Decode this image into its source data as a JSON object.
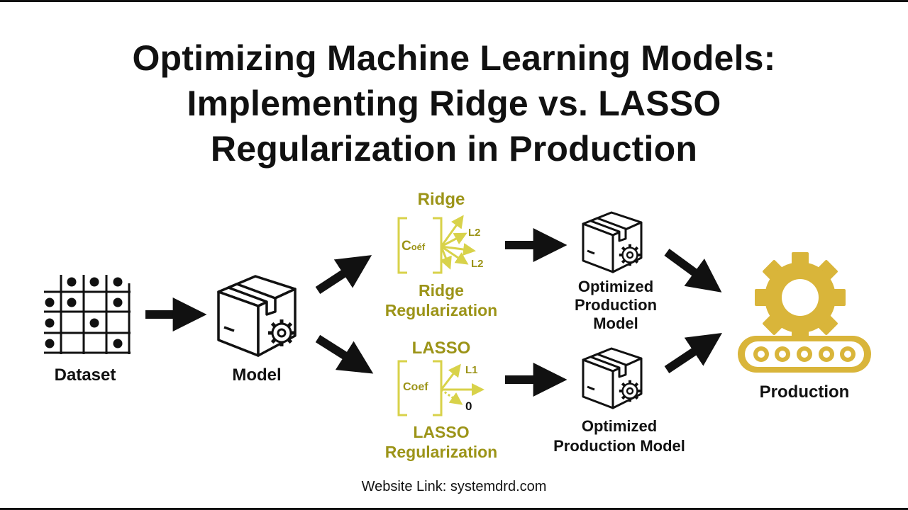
{
  "title": {
    "line1": "Optimizing Machine Learning Models:",
    "line2": "Implementing Ridge vs. LASSO",
    "line3": "Regularization in Production"
  },
  "nodes": {
    "dataset": "Dataset",
    "model": "Model",
    "production": "Production"
  },
  "ridge": {
    "heading": "Ridge",
    "coef": "Coéf",
    "arrow_label_1": "L2",
    "arrow_label_2": "L2",
    "caption_line1": "Ridge",
    "caption_line2": "Regularization"
  },
  "lasso": {
    "heading": "LASSO",
    "coef": "Coef",
    "arrow_label_1": "L1",
    "arrow_label_2": "0",
    "caption_line1": "LASSO",
    "caption_line2": "Regularization"
  },
  "optimized_top": {
    "line1": "Optimized",
    "line2": "Production",
    "line3": "Model"
  },
  "optimized_bottom": {
    "line1": "Optimized",
    "line2": "Production Model"
  },
  "footer": "Website Link: systemdrd.com",
  "colors": {
    "accent_gold": "#9c9418",
    "icon_gold": "#d9b53a",
    "ink": "#111111"
  }
}
